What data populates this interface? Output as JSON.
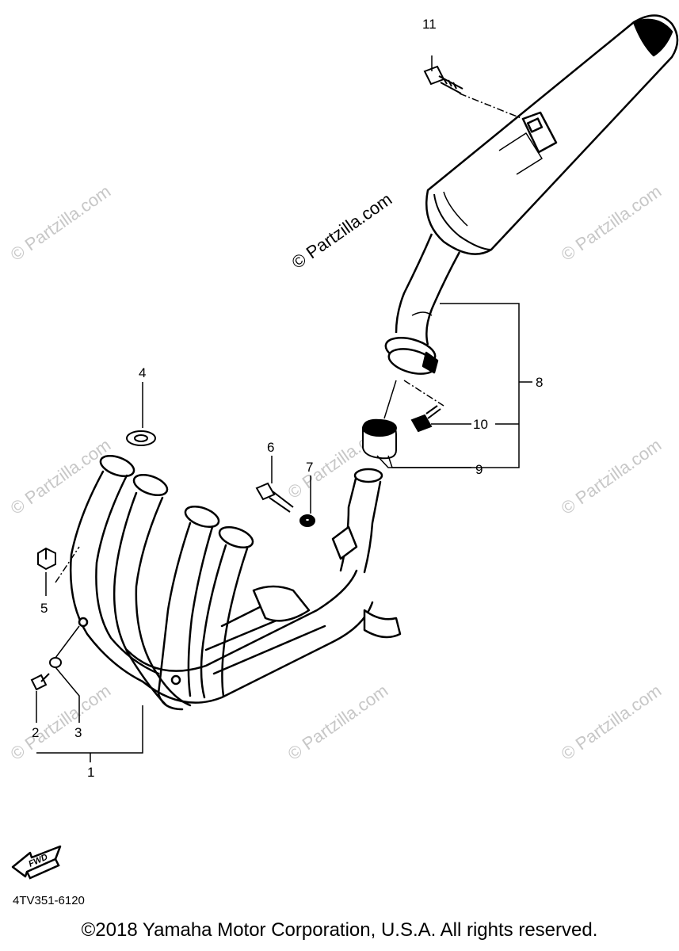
{
  "callouts": {
    "c1": "1",
    "c2": "2",
    "c3": "3",
    "c4": "4",
    "c5": "5",
    "c6": "6",
    "c7": "7",
    "c8": "8",
    "c9": "9",
    "c10": "10",
    "c11": "11"
  },
  "watermark": {
    "main": "© Partzilla.com",
    "faint": "© Partzilla.com"
  },
  "fwd_label": "FWD",
  "diagram_code": "4TV351-6120",
  "copyright": "©2018 Yamaha Motor Corporation, U.S.A. All rights reserved."
}
